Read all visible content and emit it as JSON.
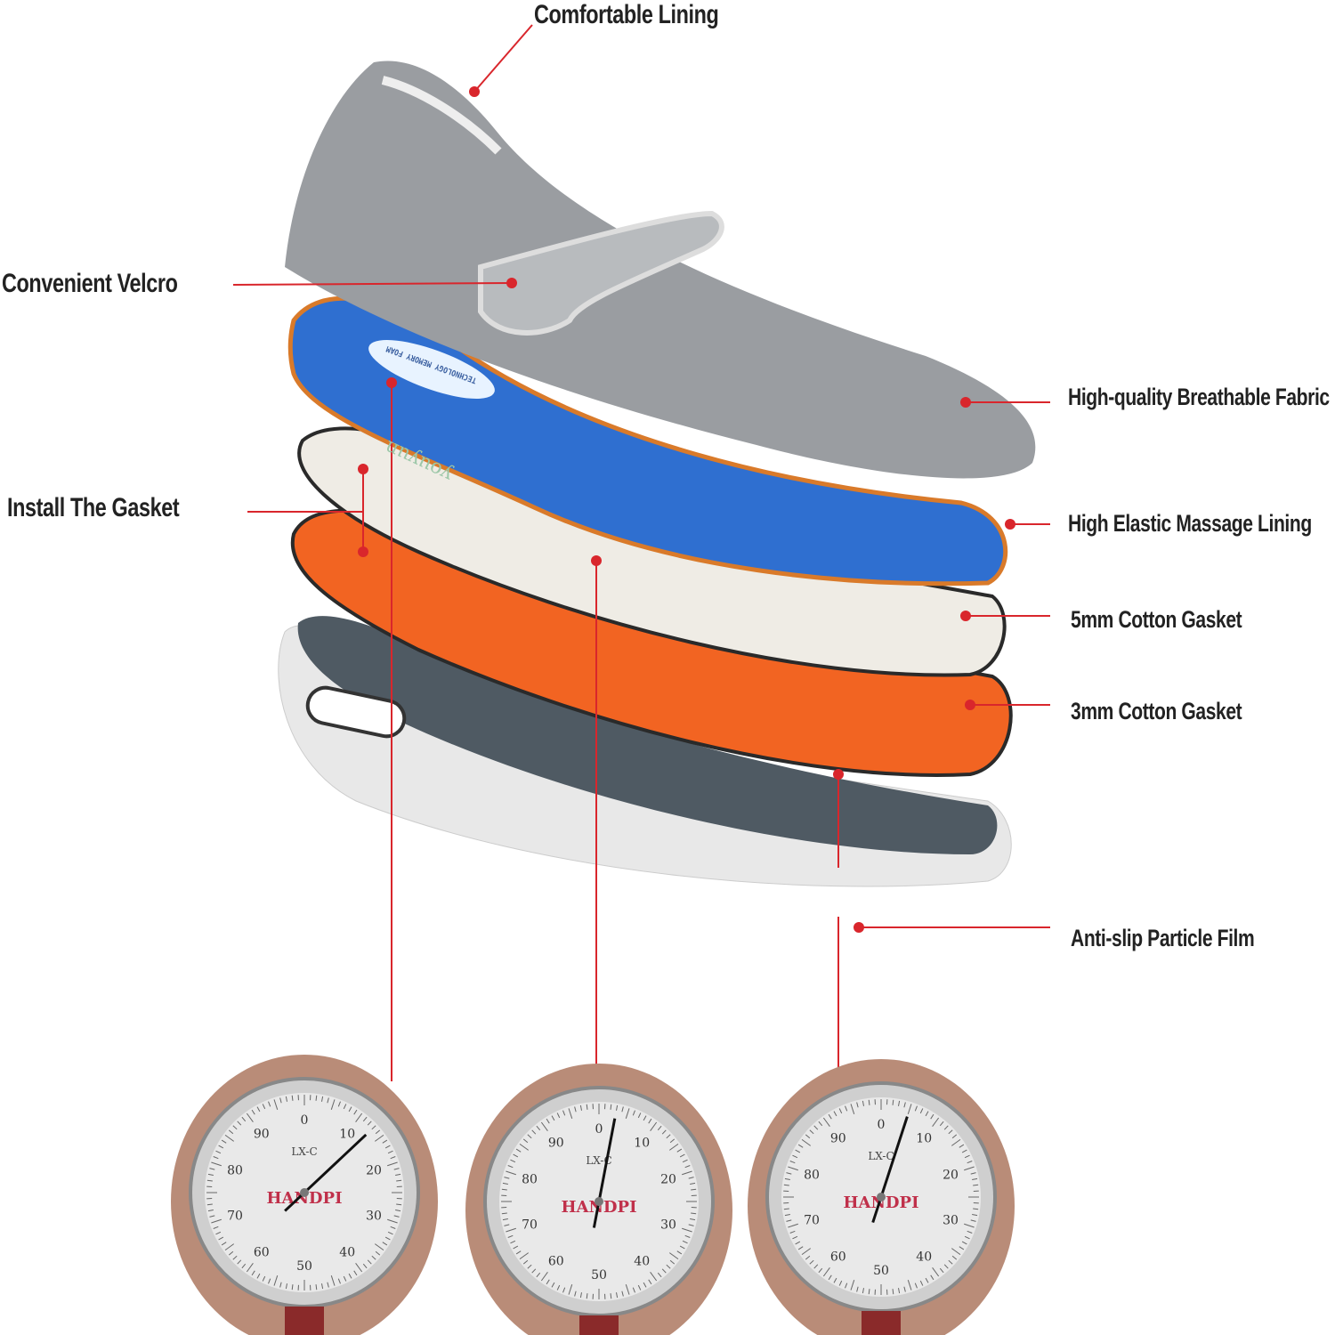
{
  "labels": {
    "comfortable_lining": "Comfortable Lining",
    "convenient_velcro": "Convenient Velcro",
    "breathable_fabric": "High-quality Breathable Fabric",
    "install_gasket": "Install The Gasket",
    "massage_lining": "High Elastic Massage Lining",
    "cotton_5mm": "5mm Cotton Gasket",
    "cotton_3mm": "3mm Cotton Gasket",
    "anti_slip": "Anti-slip Particle Film"
  },
  "insole_print": {
    "top": "youyun",
    "sticker": "TECHNOLOGY MEMORY FOAM"
  },
  "gauges": [
    {
      "model": "LX-C",
      "brand": "HANDPI",
      "ticks": [
        "0",
        "10",
        "20",
        "30",
        "40",
        "50",
        "60",
        "70",
        "80",
        "90"
      ],
      "reading": 13
    },
    {
      "model": "LX-C",
      "brand": "HANDPI",
      "ticks": [
        "0",
        "10",
        "20",
        "30",
        "40",
        "50",
        "60",
        "70",
        "80",
        "90"
      ],
      "reading": 3
    },
    {
      "model": "LX-C",
      "brand": "HANDPI",
      "ticks": [
        "0",
        "10",
        "20",
        "30",
        "40",
        "50",
        "60",
        "70",
        "80",
        "90"
      ],
      "reading": 5
    }
  ],
  "colors": {
    "callout": "#d9262c",
    "blue_insole": "#2f6fd0",
    "orange_layer": "#f26422",
    "gray_sole": "#4f5a63",
    "shoe_gray": "#9a9da1"
  }
}
